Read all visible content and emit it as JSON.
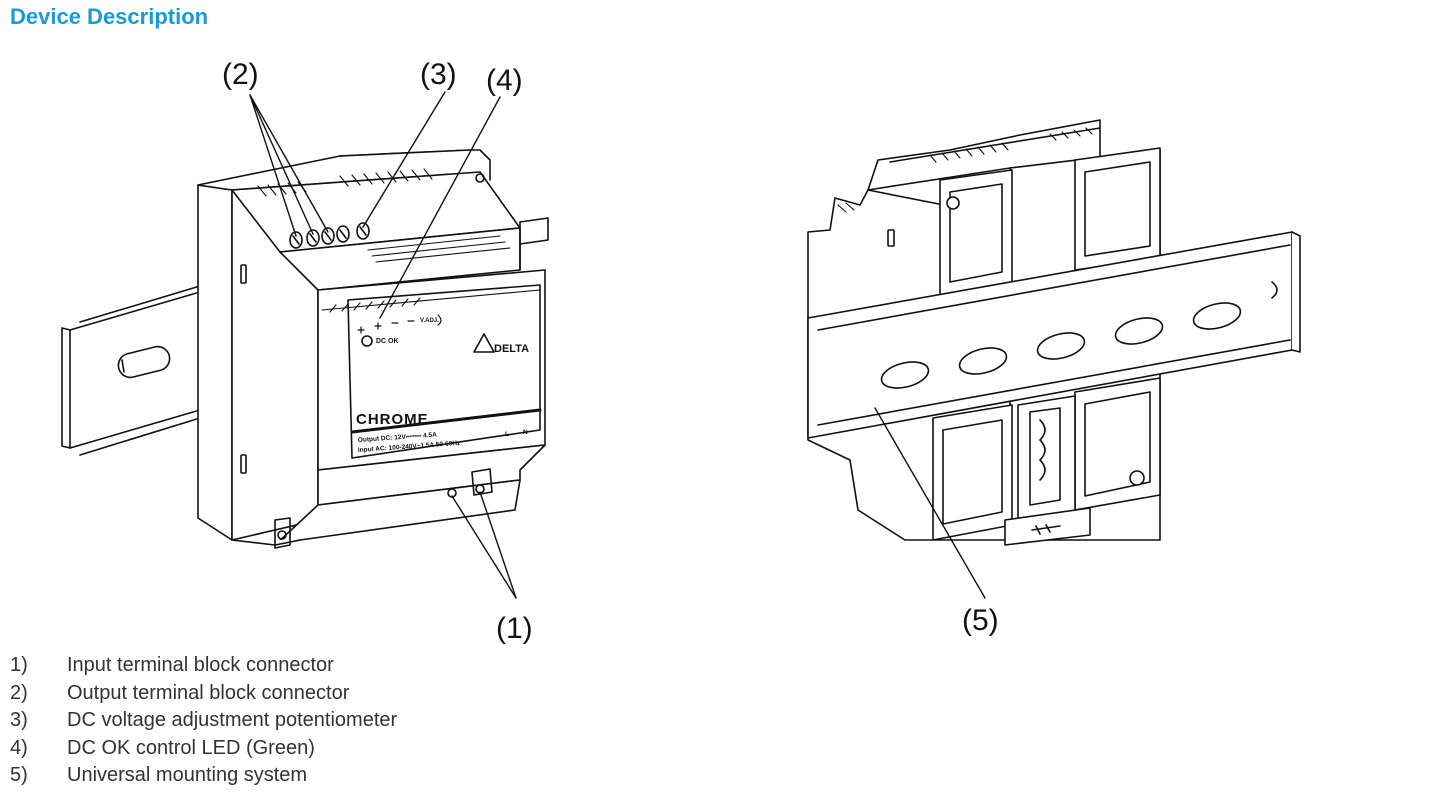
{
  "title": "Device Description",
  "callouts": {
    "c1": "(1)",
    "c2": "(2)",
    "c3": "(3)",
    "c4": "(4)",
    "c5": "(5)"
  },
  "device_labels": {
    "dc_ok": "DC OK",
    "v_adj": "V.ADJ.",
    "brand": "DELTA",
    "product_line": "CHROME",
    "output_line": "Output DC:  12V⎓⎓⎓ 4.5A",
    "input_line": "Input AC:  100-240V~1.5A 50-60Hz",
    "terminal_l": "L",
    "terminal_n": "N"
  },
  "legend": [
    {
      "num": "1)",
      "text": "Input terminal block connector"
    },
    {
      "num": "2)",
      "text": "Output terminal block connector"
    },
    {
      "num": "3)",
      "text": "DC voltage adjustment potentiometer"
    },
    {
      "num": "4)",
      "text": "DC OK control LED (Green)"
    },
    {
      "num": "5)",
      "text": "Universal mounting system"
    }
  ],
  "colors": {
    "title": "#1a9ad6",
    "line": "#111111",
    "legend_text": "#333333"
  }
}
